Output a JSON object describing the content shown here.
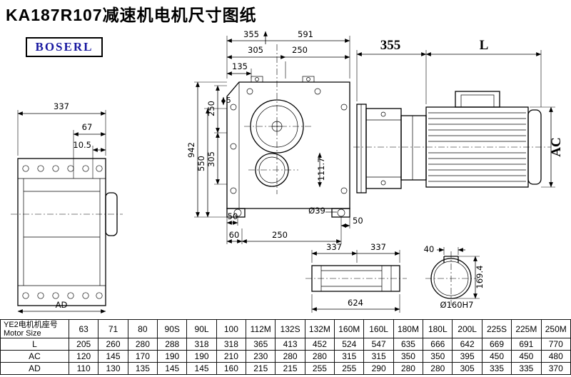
{
  "title": "KA187R107减速机电机尺寸图纸",
  "logo": "BOSERL",
  "dims": {
    "left": {
      "width": "337",
      "offset67": "67",
      "offset105": "10.5",
      "ad": "AD"
    },
    "front": {
      "top355": "355",
      "top591": "591",
      "top305": "305",
      "top250": "250",
      "top135": "135",
      "v250": "250",
      "v5": "5",
      "v305": "305",
      "v550": "550",
      "v942": "942",
      "v1117": "111.7",
      "b50a": "50",
      "b60": "60",
      "b250": "250",
      "d39": "Ø39",
      "b50b": "50"
    },
    "side": {
      "len355": "355",
      "lenL": "L",
      "ac": "AC"
    },
    "shaft": {
      "seg337a": "337",
      "seg337b": "337",
      "total": "624"
    },
    "bore": {
      "key40": "40",
      "h1694": "169.4",
      "label": "Ø160H7"
    }
  },
  "table": {
    "row_header_line1": "YE2电机机座号",
    "row_header_line2": "Motor Size",
    "sizes": [
      "63",
      "71",
      "80",
      "90S",
      "90L",
      "100",
      "112M",
      "132S",
      "132M",
      "160M",
      "160L",
      "180M",
      "180L",
      "200L",
      "225S",
      "225M",
      "250M"
    ],
    "rows": [
      {
        "label": "L",
        "values": [
          "205",
          "260",
          "280",
          "288",
          "318",
          "318",
          "365",
          "413",
          "452",
          "524",
          "547",
          "635",
          "666",
          "642",
          "669",
          "691",
          "770"
        ]
      },
      {
        "label": "AC",
        "values": [
          "120",
          "145",
          "170",
          "190",
          "190",
          "210",
          "230",
          "280",
          "280",
          "315",
          "315",
          "350",
          "350",
          "395",
          "450",
          "450",
          "480"
        ]
      },
      {
        "label": "AD",
        "values": [
          "110",
          "130",
          "135",
          "145",
          "145",
          "160",
          "215",
          "215",
          "255",
          "255",
          "290",
          "280",
          "280",
          "305",
          "335",
          "335",
          "370"
        ]
      }
    ]
  }
}
